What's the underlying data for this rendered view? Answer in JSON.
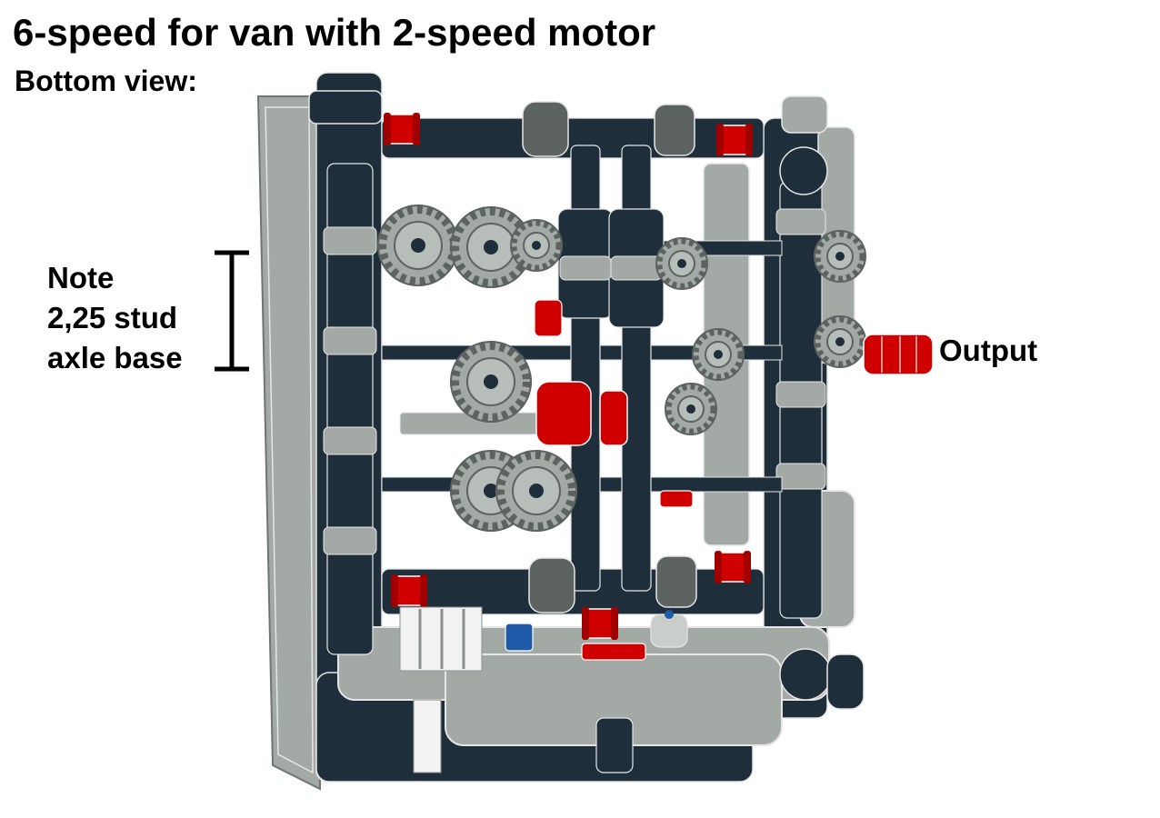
{
  "title": "6-speed for van with 2-speed motor",
  "subtitle": "Bottom view:",
  "note": {
    "line1": "Note",
    "line2": "2,25 stud",
    "line3": "axle base"
  },
  "output_label": "Output",
  "colors": {
    "frame_light": "#a3aaa6",
    "frame_dark": "#1e2f3b",
    "red": "#d00000",
    "blue": "#1e5aa8",
    "outline": "#e6e6e6"
  },
  "icons": {
    "gearbox": "lego-technic-gearbox-illustration",
    "dimension": "dimension-bracket-icon"
  }
}
